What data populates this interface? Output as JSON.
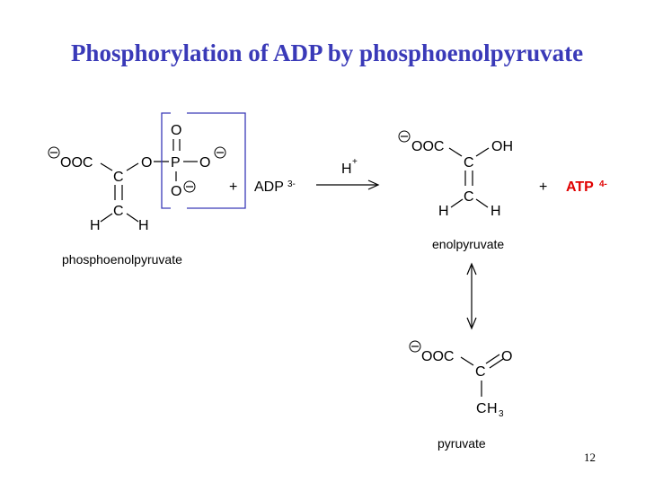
{
  "title": "Phosphorylation of ADP by phosphoenolpyruvate",
  "page_number": "12",
  "reaction": {
    "reactant1": {
      "label": "phosphoenolpyruvate",
      "atoms": {
        "ooc": "OOC",
        "c1": "C",
        "c2": "C",
        "h1": "H",
        "h2": "H",
        "o_bridge": "O",
        "p": "P",
        "o_top": "O",
        "o_right": "O",
        "o_bottom": "O"
      }
    },
    "plus1": "+",
    "adp": {
      "text": "ADP",
      "charge": "3-"
    },
    "catalyst": {
      "text": "H",
      "charge": "+"
    },
    "product1": {
      "label": "enolpyruvate",
      "atoms": {
        "ooc": "OOC",
        "oh": "OH",
        "c1": "C",
        "c2": "C",
        "h1": "H",
        "h2": "H"
      }
    },
    "plus2": "+",
    "atp": {
      "text": "ATP",
      "charge": "4-",
      "color": "#e00000"
    },
    "product2": {
      "label": "pyruvate",
      "atoms": {
        "ooc": "OOC",
        "c": "C",
        "o": "O",
        "ch": "C",
        "h": "H",
        "sub": "3"
      }
    }
  },
  "colors": {
    "title": "#3a3ab8",
    "bracket": "#3a3ab8",
    "atp": "#e00000"
  }
}
